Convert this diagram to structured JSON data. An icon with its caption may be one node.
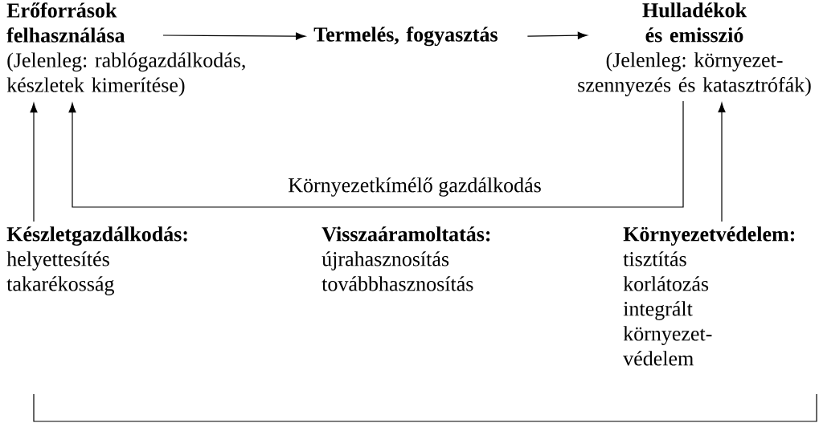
{
  "diagram": {
    "nodes": [
      {
        "text": [
          "Erőforrások felhasználása",
          "(Jelenleg: rablógazdálkodás, készletek kimerítése)"
        ]
      },
      {
        "text": [
          "Termelés, fogyasztás"
        ]
      },
      {
        "text": [
          "Hulladékok és emisszió",
          "(Jelenleg: környezet- szennyezés és katasztrófák)"
        ]
      },
      {
        "text": [
          "Készletgazdálkodás:",
          "helyettesítés",
          "takarékosság"
        ]
      },
      {
        "text": [
          "Visszaáramoltatás:",
          "újrahasznosítás",
          "továbbhasznosítás"
        ]
      },
      {
        "text": [
          "Környezetvédelem:",
          "tisztítás",
          "korlátozás",
          "integrált környezet- védelem"
        ]
      }
    ],
    "edges": [
      {
        "from": 0,
        "to": 1,
        "arrow": "to"
      },
      {
        "from": 1,
        "to": 2,
        "arrow": "to"
      },
      {
        "from": 2,
        "to": 0,
        "arrow": "to",
        "label": "Környezetkímélő gazdálkodás"
      },
      {
        "from": 3,
        "to": 0,
        "arrow": "to"
      },
      {
        "from": 5,
        "to": 2,
        "arrow": "to"
      }
    ]
  }
}
